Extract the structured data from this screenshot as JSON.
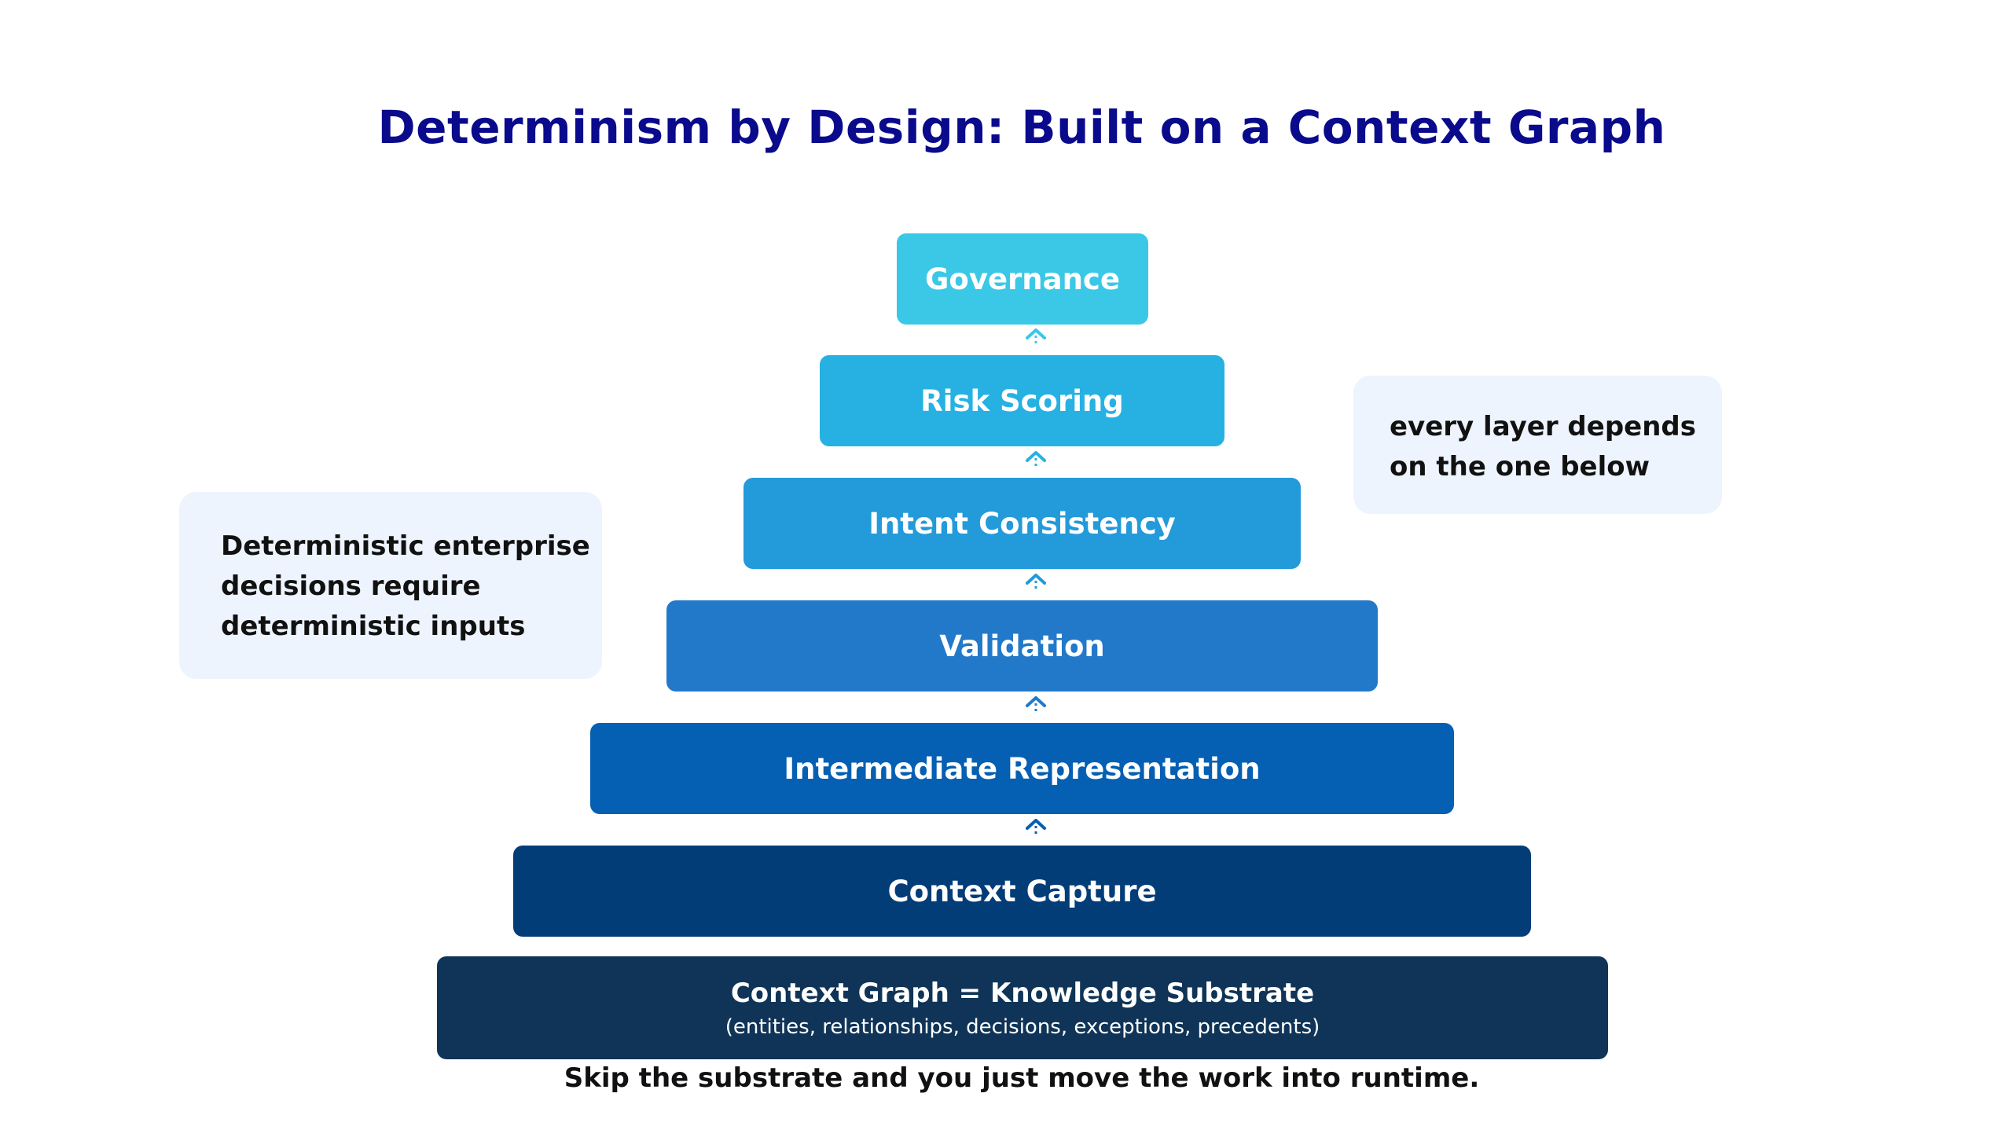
{
  "title": "Determinism by Design: Built on a Context Graph",
  "layers": [
    {
      "label": "Governance",
      "color": "#3ac8e6"
    },
    {
      "label": "Risk Scoring",
      "color": "#27b1e3"
    },
    {
      "label": "Intent Consistency",
      "color": "#239ad9"
    },
    {
      "label": "Validation",
      "color": "#2279c9"
    },
    {
      "label": "Intermediate Representation",
      "color": "#055fb2"
    },
    {
      "label": "Context Capture",
      "color": "#033d78"
    }
  ],
  "base": {
    "label": "Context Graph = Knowledge Substrate",
    "sublabel": "(entities, relationships, decisions, exceptions, precedents)",
    "color": "#0f3457"
  },
  "arrow_icon": "chevron-up-icon",
  "notes": {
    "right": {
      "lines": [
        "every layer depends",
        "on the one below"
      ]
    },
    "left": {
      "lines": [
        "Deterministic enterprise",
        "decisions require",
        "deterministic inputs"
      ]
    }
  },
  "footer": "Skip the substrate and you just move the work into runtime."
}
